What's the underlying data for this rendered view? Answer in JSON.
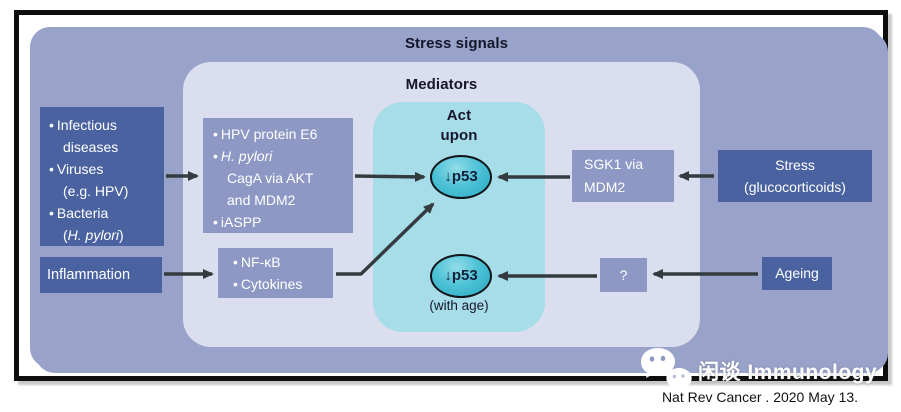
{
  "panels": {
    "stress_signals_title": "Stress signals",
    "mediators_title": "Mediators",
    "act_upon_line1": "Act",
    "act_upon_line2": "upon"
  },
  "ui": {
    "bullet": "•"
  },
  "sources": {
    "infectious_box": {
      "item1": "Infectious",
      "item1_cont": "diseases",
      "item2": "Viruses",
      "item2_cont": "(e.g. HPV)",
      "item3": "Bacteria",
      "item3_cont_open": "(",
      "item3_cont_italic": "H. pylori",
      "item3_cont_close": ")"
    },
    "inflammation_label": "Inflammation",
    "stress_line1": "Stress",
    "stress_line2": "(glucocorticoids)",
    "ageing_label": "Ageing"
  },
  "mediators": {
    "viral_box": {
      "item1": "HPV protein E6",
      "item2_italic": "H. pylori",
      "item2_cont1": "CagA via AKT",
      "item2_cont2": "and MDM2",
      "item3": "iASPP"
    },
    "inflammation_box": {
      "item1": "NF-κB",
      "item2": "Cytokines"
    },
    "sgk1_line1": "SGK1 via",
    "sgk1_line2": "MDM2",
    "unknown_label": "?"
  },
  "targets": {
    "p53_top": "↓p53",
    "p53_bottom": "↓p53",
    "with_age": "(with age)"
  },
  "watermark": {
    "text": "闲谈 Immunology",
    "icon": "wechat-icon"
  },
  "caption": "Nat Rev Cancer . 2020 May 13.",
  "colors": {
    "outer_panel": "#99a3ca",
    "inner_panel": "#dbdeef",
    "teal_panel": "#a7dde8",
    "dark_box": "#4a63a0",
    "medium_box": "#8d98c5",
    "p53_ellipse": "#2fb3c9",
    "arrow": "#343b3f",
    "frame": "#0e0e0e",
    "title_text": "#15162c"
  }
}
